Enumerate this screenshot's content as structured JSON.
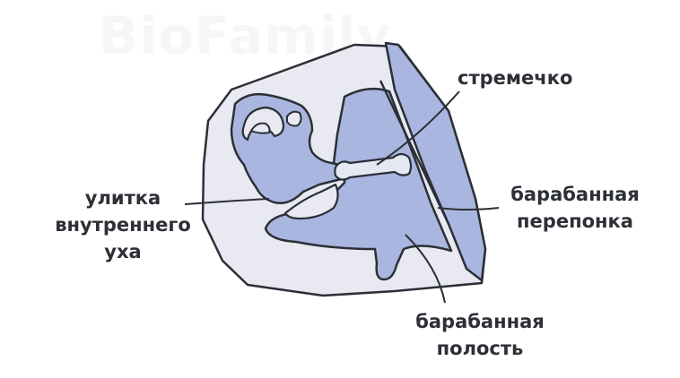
{
  "watermark": "BioFamily",
  "labels": {
    "stapes": "стремечко",
    "cochlea": [
      "улитка",
      "внутреннего",
      "уха"
    ],
    "eardrum": [
      "барабанная",
      "перепонка"
    ],
    "tympanic_cavity": [
      "барабанная",
      "полость"
    ]
  },
  "colors": {
    "bone": "#e9eaf1",
    "cavity": "#a9b7e0",
    "ossicle": "#e4e8f3",
    "outline": "#2c2f36"
  }
}
